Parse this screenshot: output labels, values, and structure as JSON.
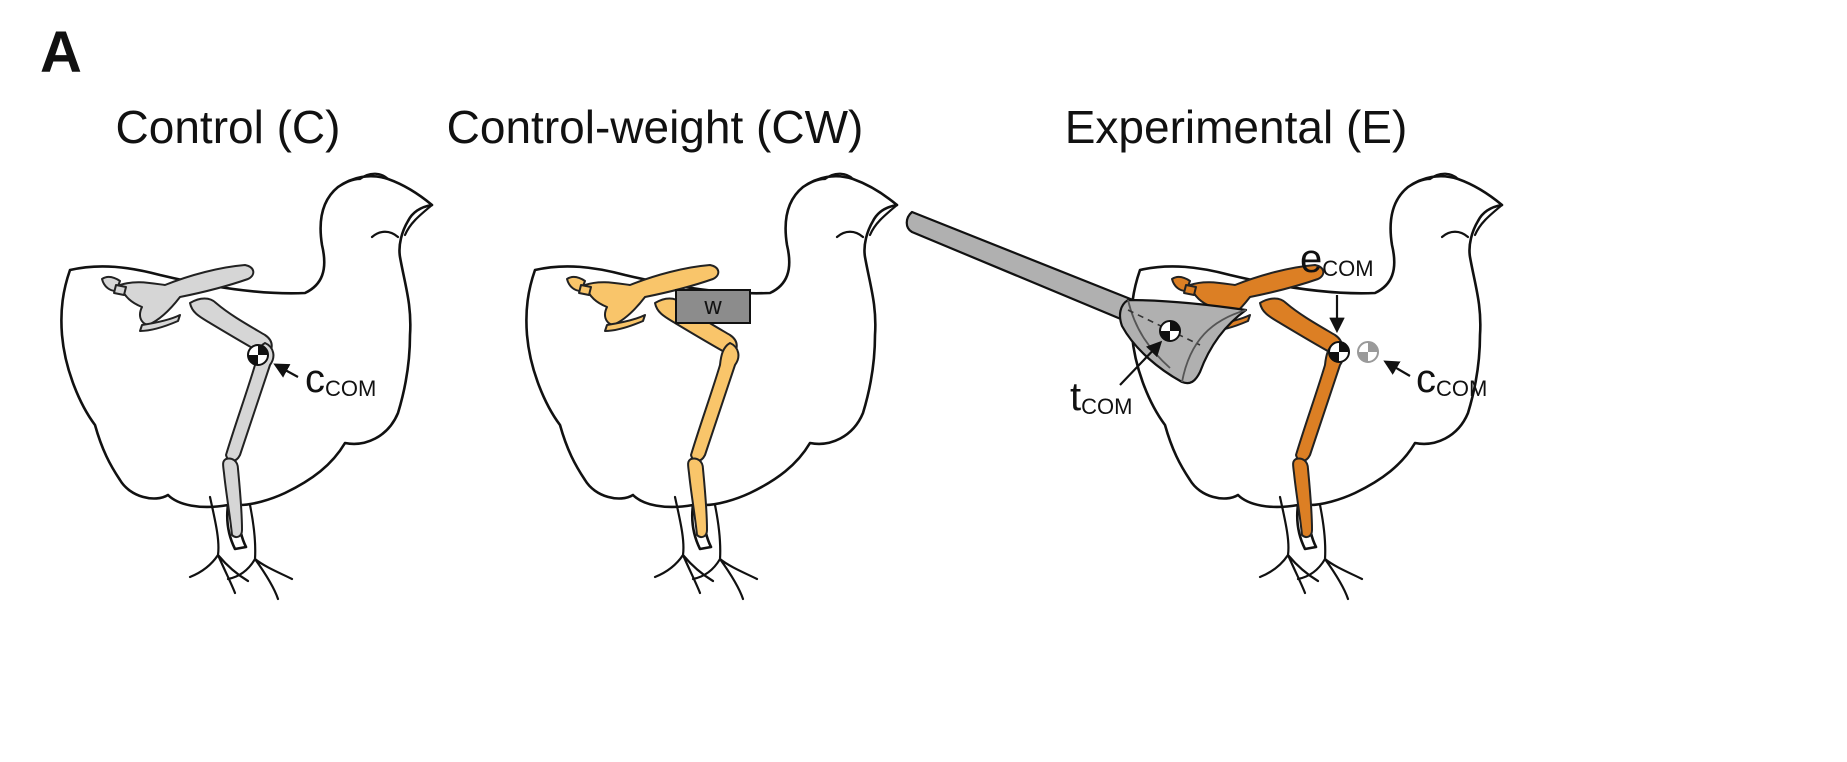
{
  "panel_letter": "A",
  "panels": [
    {
      "title": "Control (C)",
      "com_label": "c",
      "com_sub": "COM"
    },
    {
      "title": "Control-weight (CW)",
      "weight_label": "w"
    },
    {
      "title": "Experimental (E)",
      "tail_label": "t",
      "tail_sub": "COM",
      "exp_label": "e",
      "exp_sub": "COM",
      "com_label": "c",
      "com_sub": "COM"
    }
  ],
  "colors": {
    "control_skeleton": "#d6d6d6",
    "weight_skeleton": "#f9c56a",
    "experimental_skeleton": "#dc7f24",
    "weight_block": "#8c8c8c",
    "tail_prosthesis": "#b0b0b0",
    "outline": "#111111"
  }
}
